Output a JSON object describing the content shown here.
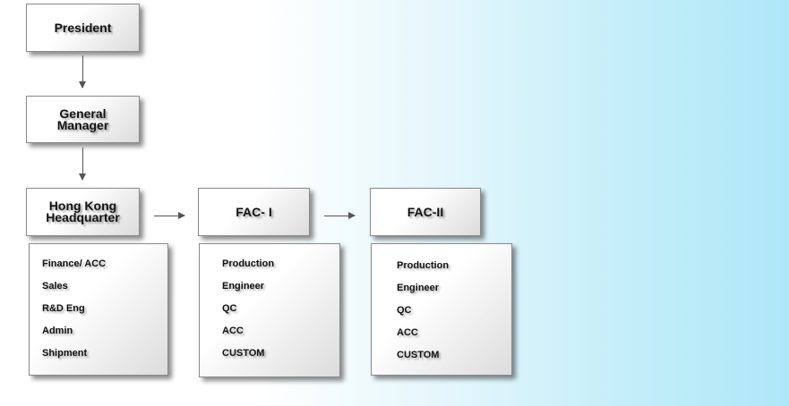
{
  "president": "President",
  "general_manager": [
    "General",
    "Manager"
  ],
  "hq": {
    "title": [
      "Hong Kong",
      "Headquarter"
    ],
    "items": [
      "Finance/ ACC",
      "Sales",
      "R&D Eng",
      "Admin",
      "Shipment"
    ]
  },
  "fac1": {
    "title": "FAC- I",
    "items": [
      "Production",
      "Engineer",
      "QC",
      "ACC",
      "CUSTOM"
    ]
  },
  "fac2": {
    "title": "FAC-II",
    "items": [
      "Production",
      "Engineer",
      "QC",
      "ACC",
      "CUSTOM"
    ]
  }
}
